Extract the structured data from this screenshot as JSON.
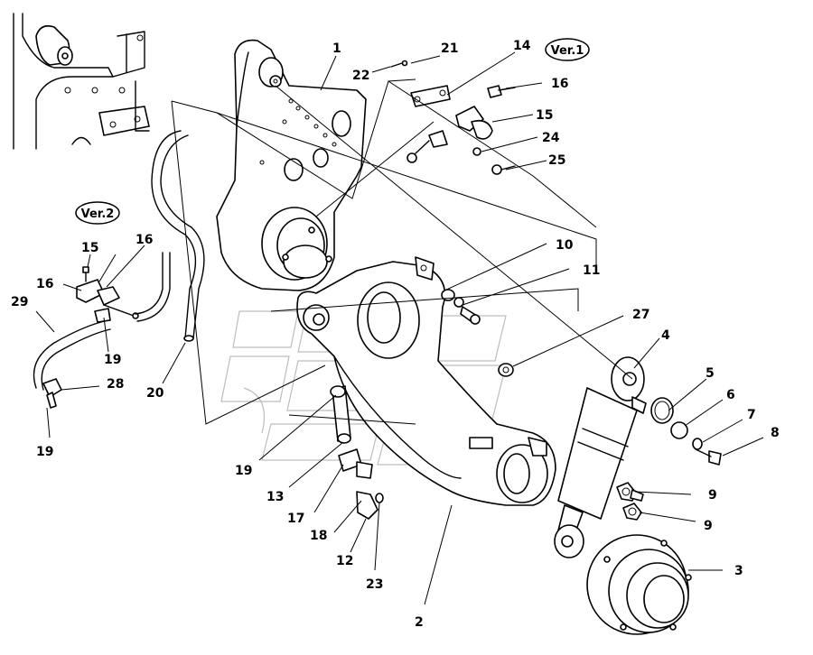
{
  "labels": {
    "l1": "1",
    "l2": "2",
    "l3": "3",
    "l4": "4",
    "l5": "5",
    "l6": "6",
    "l7": "7",
    "l8": "8",
    "l9a": "9",
    "l9b": "9",
    "l10": "10",
    "l11": "11",
    "l12": "12",
    "l13": "13",
    "l14": "14",
    "l15a": "15",
    "l16a": "16",
    "l17": "17",
    "l18": "18",
    "l19a": "19",
    "l19b": "19",
    "l19c": "19",
    "l20": "20",
    "l21": "21",
    "l22": "22",
    "l23": "23",
    "l24": "24",
    "l25": "25",
    "l27": "27",
    "l28": "28",
    "l29": "29",
    "l15b": "15",
    "l16b": "16",
    "l16c": "16"
  },
  "versions": {
    "v1": "Ver.1",
    "v2": "Ver.2"
  }
}
